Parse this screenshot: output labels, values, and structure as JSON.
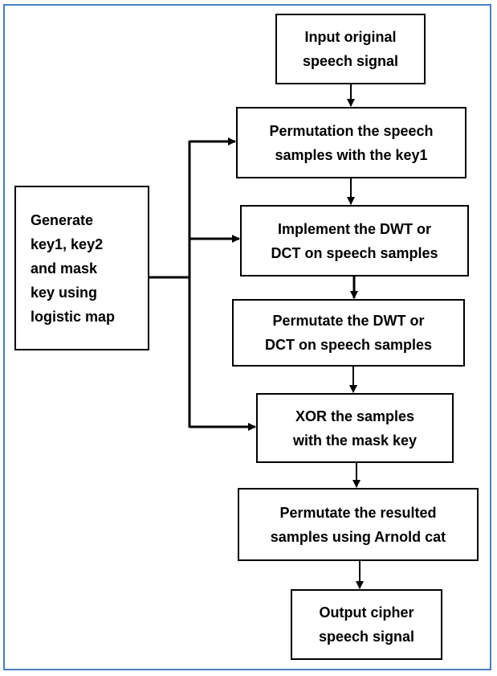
{
  "diagram": {
    "nodes": {
      "input": {
        "label": "Input original\nspeech signal"
      },
      "perm1": {
        "label": "Permutation the speech\nsamples with the key1"
      },
      "transform": {
        "label": "Implement the DWT or\nDCT on speech samples"
      },
      "perm2": {
        "label": "Permutate the DWT or\nDCT on speech samples"
      },
      "xor": {
        "label": "XOR the samples\nwith the mask key"
      },
      "arnold": {
        "label": "Permutate the resulted\nsamples using Arnold cat"
      },
      "output": {
        "label": "Output cipher\nspeech signal"
      },
      "keys": {
        "label": "Generate\nkey1, key2\nand mask\nkey using\nlogistic map"
      }
    },
    "edges": [
      {
        "from": "input",
        "to": "perm1"
      },
      {
        "from": "perm1",
        "to": "transform"
      },
      {
        "from": "transform",
        "to": "perm2"
      },
      {
        "from": "perm2",
        "to": "xor"
      },
      {
        "from": "xor",
        "to": "arnold"
      },
      {
        "from": "arnold",
        "to": "output"
      },
      {
        "from": "keys",
        "to": "perm1"
      },
      {
        "from": "keys",
        "to": "transform"
      },
      {
        "from": "keys",
        "to": "xor"
      }
    ],
    "colors": {
      "frame": "#4a7fbf",
      "line": "#000000",
      "box_fill": "#ffffff"
    }
  }
}
